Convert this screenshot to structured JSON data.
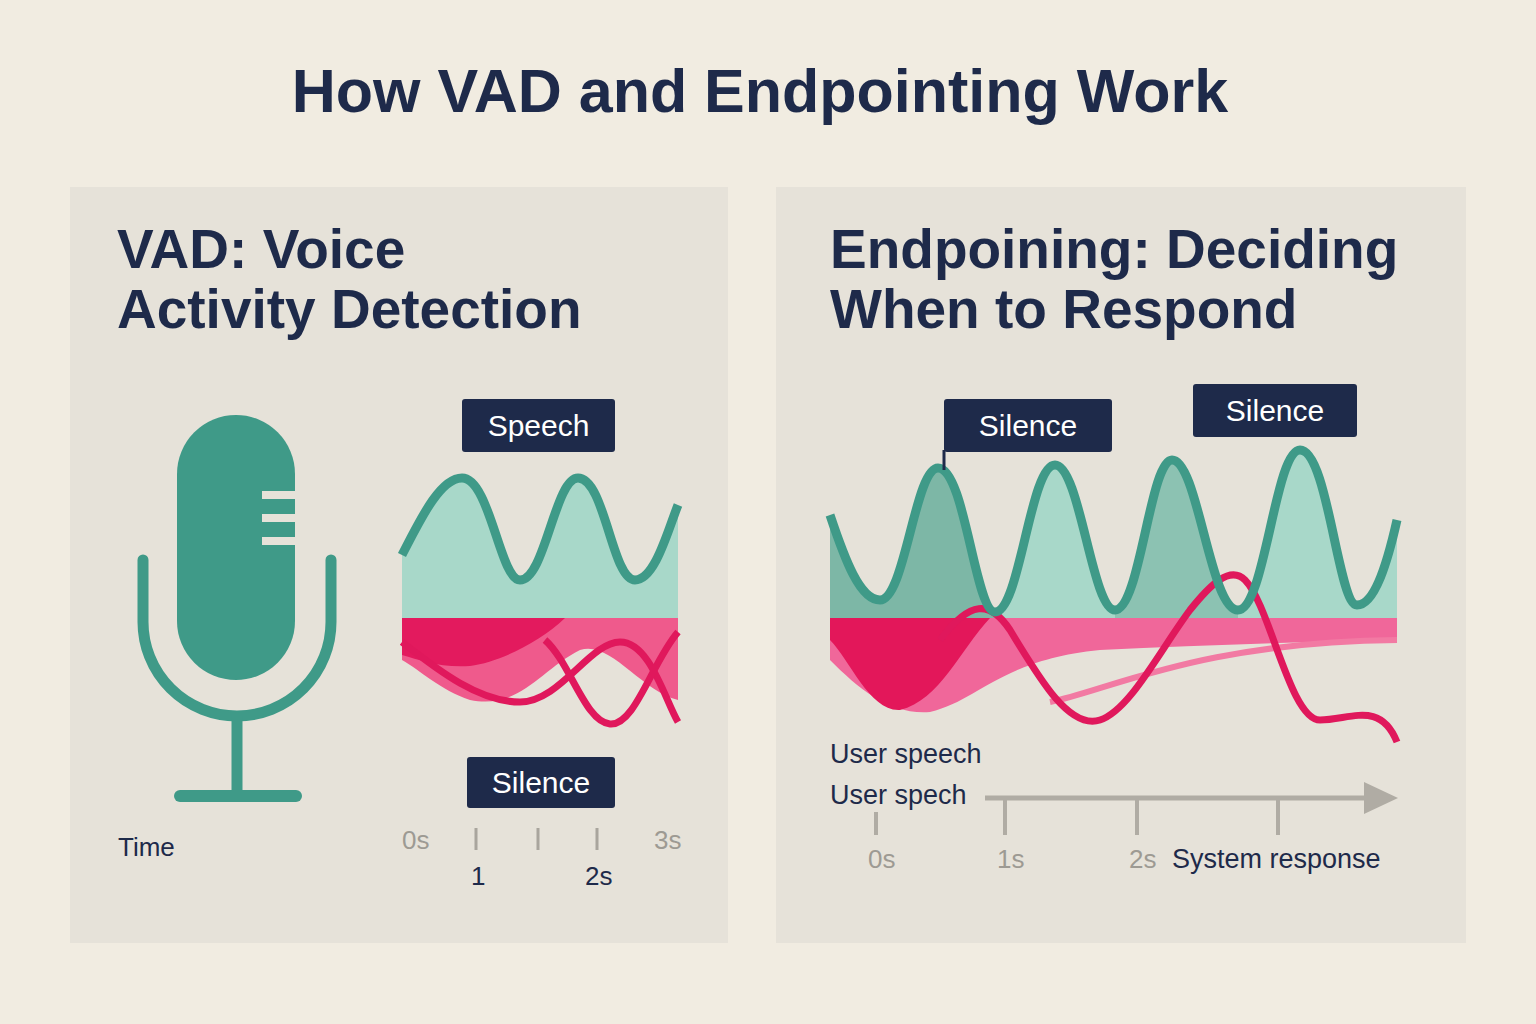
{
  "diagram": {
    "title": "How VAD and Endpointing Work",
    "nodes": [
      {
        "text": [
          "VAD: Voice Activity Detection"
        ]
      },
      {
        "text": [
          "Speech"
        ],
        "in": 0
      },
      {
        "text": [
          "Silence"
        ],
        "in": 0
      },
      {
        "text": [
          "Endpoining: Deciding When to Respond"
        ]
      },
      {
        "text": [
          "Silence"
        ],
        "in": 3
      },
      {
        "text": [
          "Silence"
        ],
        "in": 3
      }
    ],
    "labels": [
      "Time",
      "0s",
      "3s",
      "1",
      "2s",
      "User speech",
      "User spech",
      "0s",
      "1s",
      "2s",
      "System response"
    ]
  }
}
